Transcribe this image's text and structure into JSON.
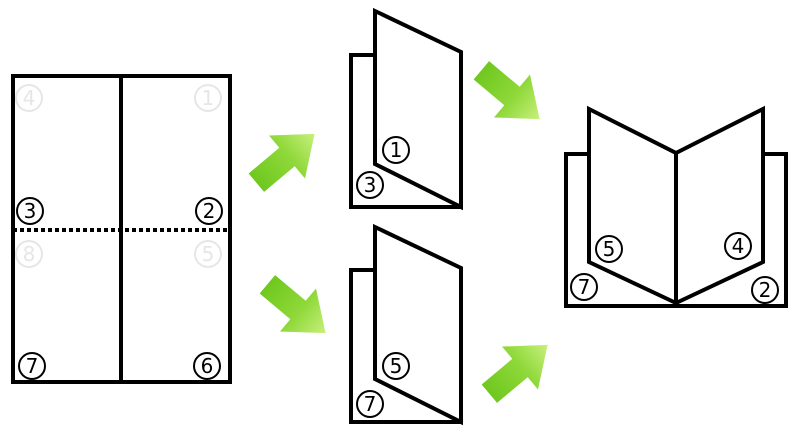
{
  "sheet": {
    "top_left_ghost": "4",
    "top_right_ghost": "1",
    "top_left": "3",
    "top_right": "2",
    "bottom_left_ghost": "8",
    "bottom_right_ghost": "5",
    "bottom_left": "7",
    "bottom_right": "6"
  },
  "fold_top": {
    "front": "1",
    "back": "3"
  },
  "fold_bottom": {
    "front": "5",
    "back": "7"
  },
  "booklet": {
    "left_inner": "5",
    "right_inner": "4",
    "left_outer": "7",
    "right_outer": "2"
  },
  "colors": {
    "arrow_dark": "#6fc81e",
    "arrow_light": "#b6ea6a",
    "ghost_number": "#e6e6e6"
  },
  "icons": {
    "arrow": "arrow-icon"
  }
}
